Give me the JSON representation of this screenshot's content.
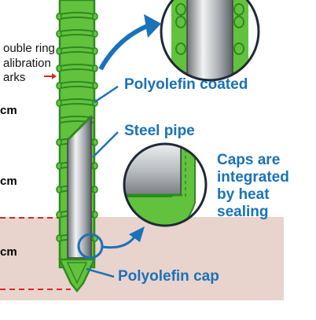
{
  "labels": {
    "polyolefin_coated": "Polyolefin coated",
    "steel_pipe": "Steel pipe",
    "caps_integrated": [
      "Caps are",
      "integrated",
      "by heat",
      "sealing"
    ],
    "polyolefin_cap": "Polyolefin cap",
    "calibration_marks": [
      "ouble ring",
      "alibration",
      "arks"
    ],
    "cm_marks": [
      "cm",
      "cm",
      "cm"
    ]
  },
  "colors": {
    "coating_green": "#62c23e",
    "coating_dark": "#2e8a1f",
    "steel_gray": "#9a9ea3",
    "callout_blue": "#1a72b8",
    "ground": "#e9d3cd",
    "ground_dash": "#d62828",
    "arrow_red": "#d62828"
  }
}
